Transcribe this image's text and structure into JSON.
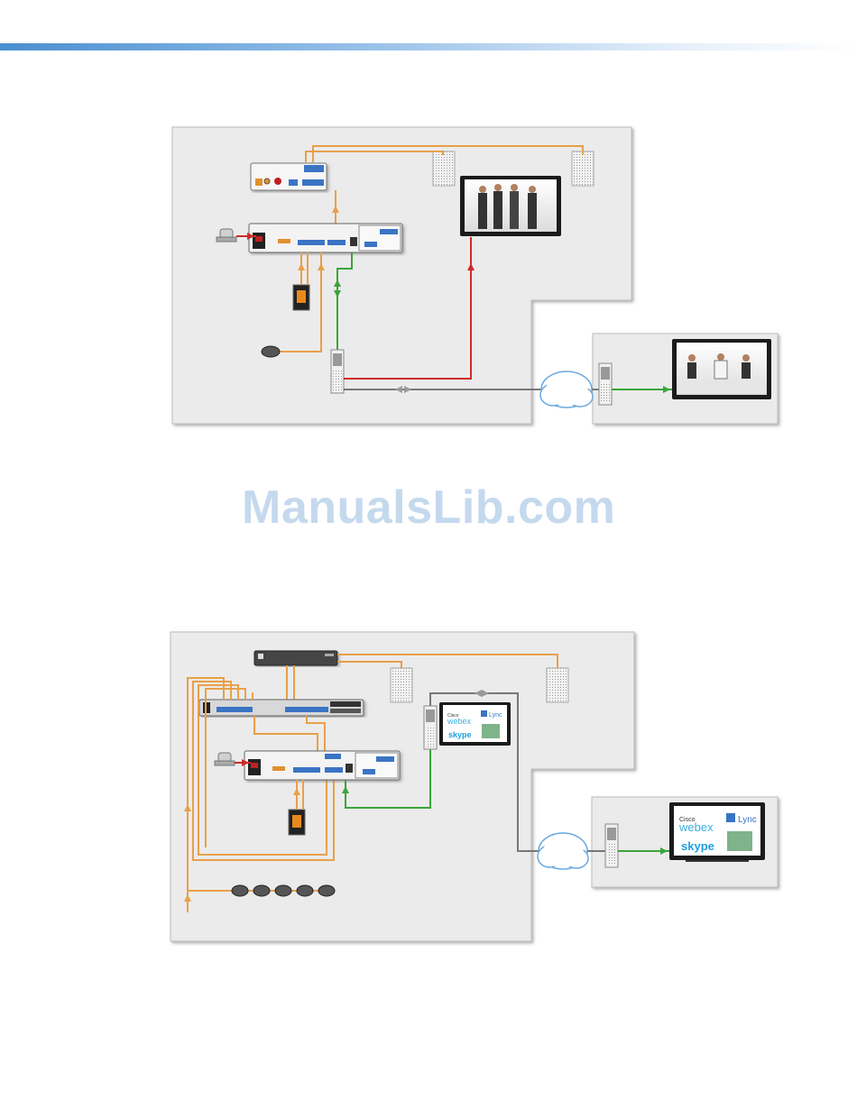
{
  "watermark": {
    "text": "ManualsLib.com"
  },
  "colors": {
    "header_bar": "#4a8fd0",
    "room_fill": "#ebebeb",
    "audio_cable": "#e8a04a",
    "video_cable": "#d12a2a",
    "network_cable": "#3aa53a",
    "wan_cable": "#777777",
    "device_blue": "#3a74c4"
  },
  "diagram_top": {
    "icons": [
      "ceiling-speaker-icon",
      "camera-icon",
      "microphone-icon",
      "keypad-icon",
      "display-icon",
      "cloud-icon",
      "codec-icon"
    ]
  },
  "diagram_bottom": {
    "screen_labels": {
      "cisco": "Cisco",
      "webex": "webex",
      "lync": "Lync",
      "skype": "skype"
    },
    "icons": [
      "ceiling-speaker-icon",
      "camera-icon",
      "microphone-icon",
      "keypad-icon",
      "display-icon",
      "cloud-icon",
      "codec-icon",
      "network-switch-icon"
    ]
  }
}
